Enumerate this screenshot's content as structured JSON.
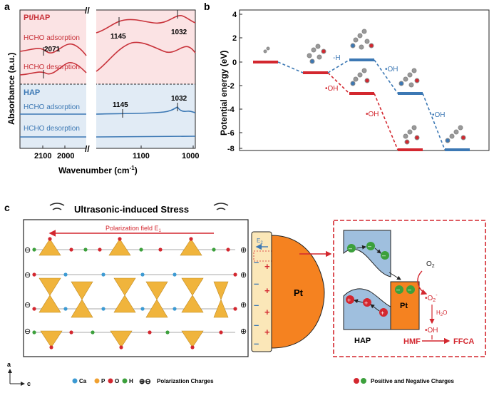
{
  "panel_a": {
    "letter": "a",
    "ylabel": "Absorbance (a.u.)",
    "xlabel": "Wavenumber (cm",
    "xlabel_sup": "-1",
    "xlabel_end": ")",
    "ticks": [
      "2100",
      "2000",
      "1100",
      "1000"
    ],
    "break_mark": "//",
    "top_group": "Pt/HAP",
    "bottom_group": "HAP",
    "pt_adsorption": "HCHO adsorption",
    "pt_desorption": "HCHO desorption",
    "hap_adsorption": "HCHO adsorption",
    "hap_desorption": "HCHO desorption",
    "peaks": {
      "p2071": "2071",
      "p1145_top": "1145",
      "p1032_top": "1032",
      "p1145_bottom": "1145",
      "p1032_bottom": "1032"
    },
    "colors": {
      "red": "#c8323a",
      "blue": "#3c78b4",
      "top_bg": "#fbe3e4",
      "bottom_bg": "#e1ebf5"
    }
  },
  "panel_b": {
    "letter": "b",
    "ylabel": "Potential energy (eV)",
    "yticks": [
      "4",
      "2",
      "0",
      "-2",
      "-4",
      "-6",
      "-8"
    ],
    "labels": {
      "h": "-H",
      "oh1": "•OH",
      "oh2": "•OH",
      "oh3": "•OH",
      "oh4": "•OH"
    },
    "red_levels": [
      0,
      -1,
      -2.7,
      -7.7
    ],
    "blue_levels": [
      0,
      0.1,
      -2.7,
      -7.7
    ]
  },
  "panel_c": {
    "letter": "c",
    "title": "Ultrasonic-induced Stress",
    "field": "Polarization field E",
    "field_sub": "1",
    "e2": "E",
    "e2_sub": "2",
    "pt": "Pt",
    "legend": {
      "ca": "Ca",
      "p": "P",
      "o": "O",
      "h": "H",
      "pol": "Polarization Charges",
      "pn": "Positive and Negative Charges"
    },
    "axes": {
      "a": "a",
      "c": "c"
    },
    "inset": {
      "o2": "O",
      "o2_sub": "2",
      "o2rad": "•O",
      "o2rad_sub": "2",
      "o2rad_sup": "-",
      "h2o": "H",
      "h2o_sub": "2",
      "h2o_end": "O",
      "oh": "•OH",
      "hap": "HAP",
      "hmf": "HMF",
      "ffca": "FFCA",
      "pt": "Pt"
    }
  }
}
